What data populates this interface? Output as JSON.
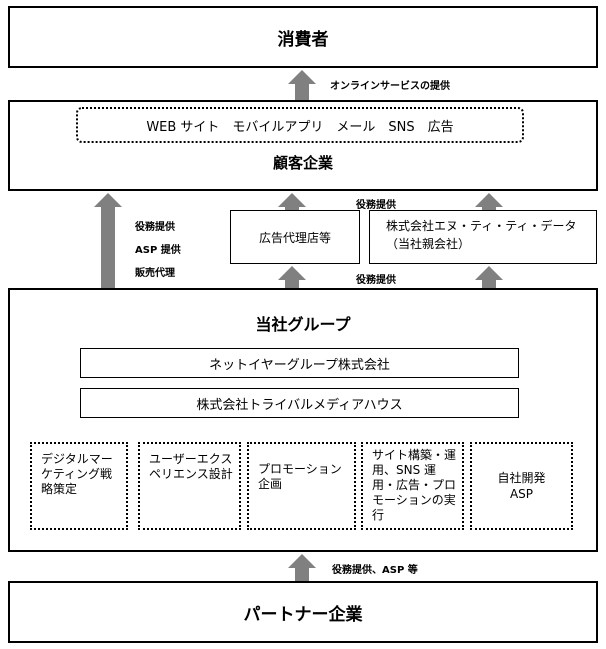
{
  "consumer": {
    "title": "消費者"
  },
  "arrow_labels": {
    "online_services": "オンラインサービスの提供",
    "service_provision_top": "役務提供",
    "service_provision_mid": "役務提供",
    "partner_flow": "役務提供、ASP 等"
  },
  "left_arrow_labels": [
    "役務提供",
    "ASP 提供",
    "販売代理"
  ],
  "client": {
    "channels": "WEB サイト　モバイルアプリ　メール　SNS　広告",
    "title": "顧客企業"
  },
  "ad_agency": {
    "label": "広告代理店等"
  },
  "ntt_data": {
    "label": "株式会社エヌ・ティ・ティ・データ（当社親会社）"
  },
  "group": {
    "title": "当社グループ",
    "companies": [
      "ネットイヤーグループ株式会社",
      "株式会社トライバルメディアハウス"
    ],
    "services": [
      "デジタルマーケティング戦略策定",
      "ユーザーエクスペリエンス設計",
      "プロモーション企画",
      "サイト構築・運用、SNS 運用・広告・プロモーションの実行",
      "自社開発\nASP"
    ]
  },
  "partner": {
    "title": "パートナー企業"
  },
  "colors": {
    "arrow": "#808080",
    "border": "#000000",
    "background": "#ffffff"
  }
}
